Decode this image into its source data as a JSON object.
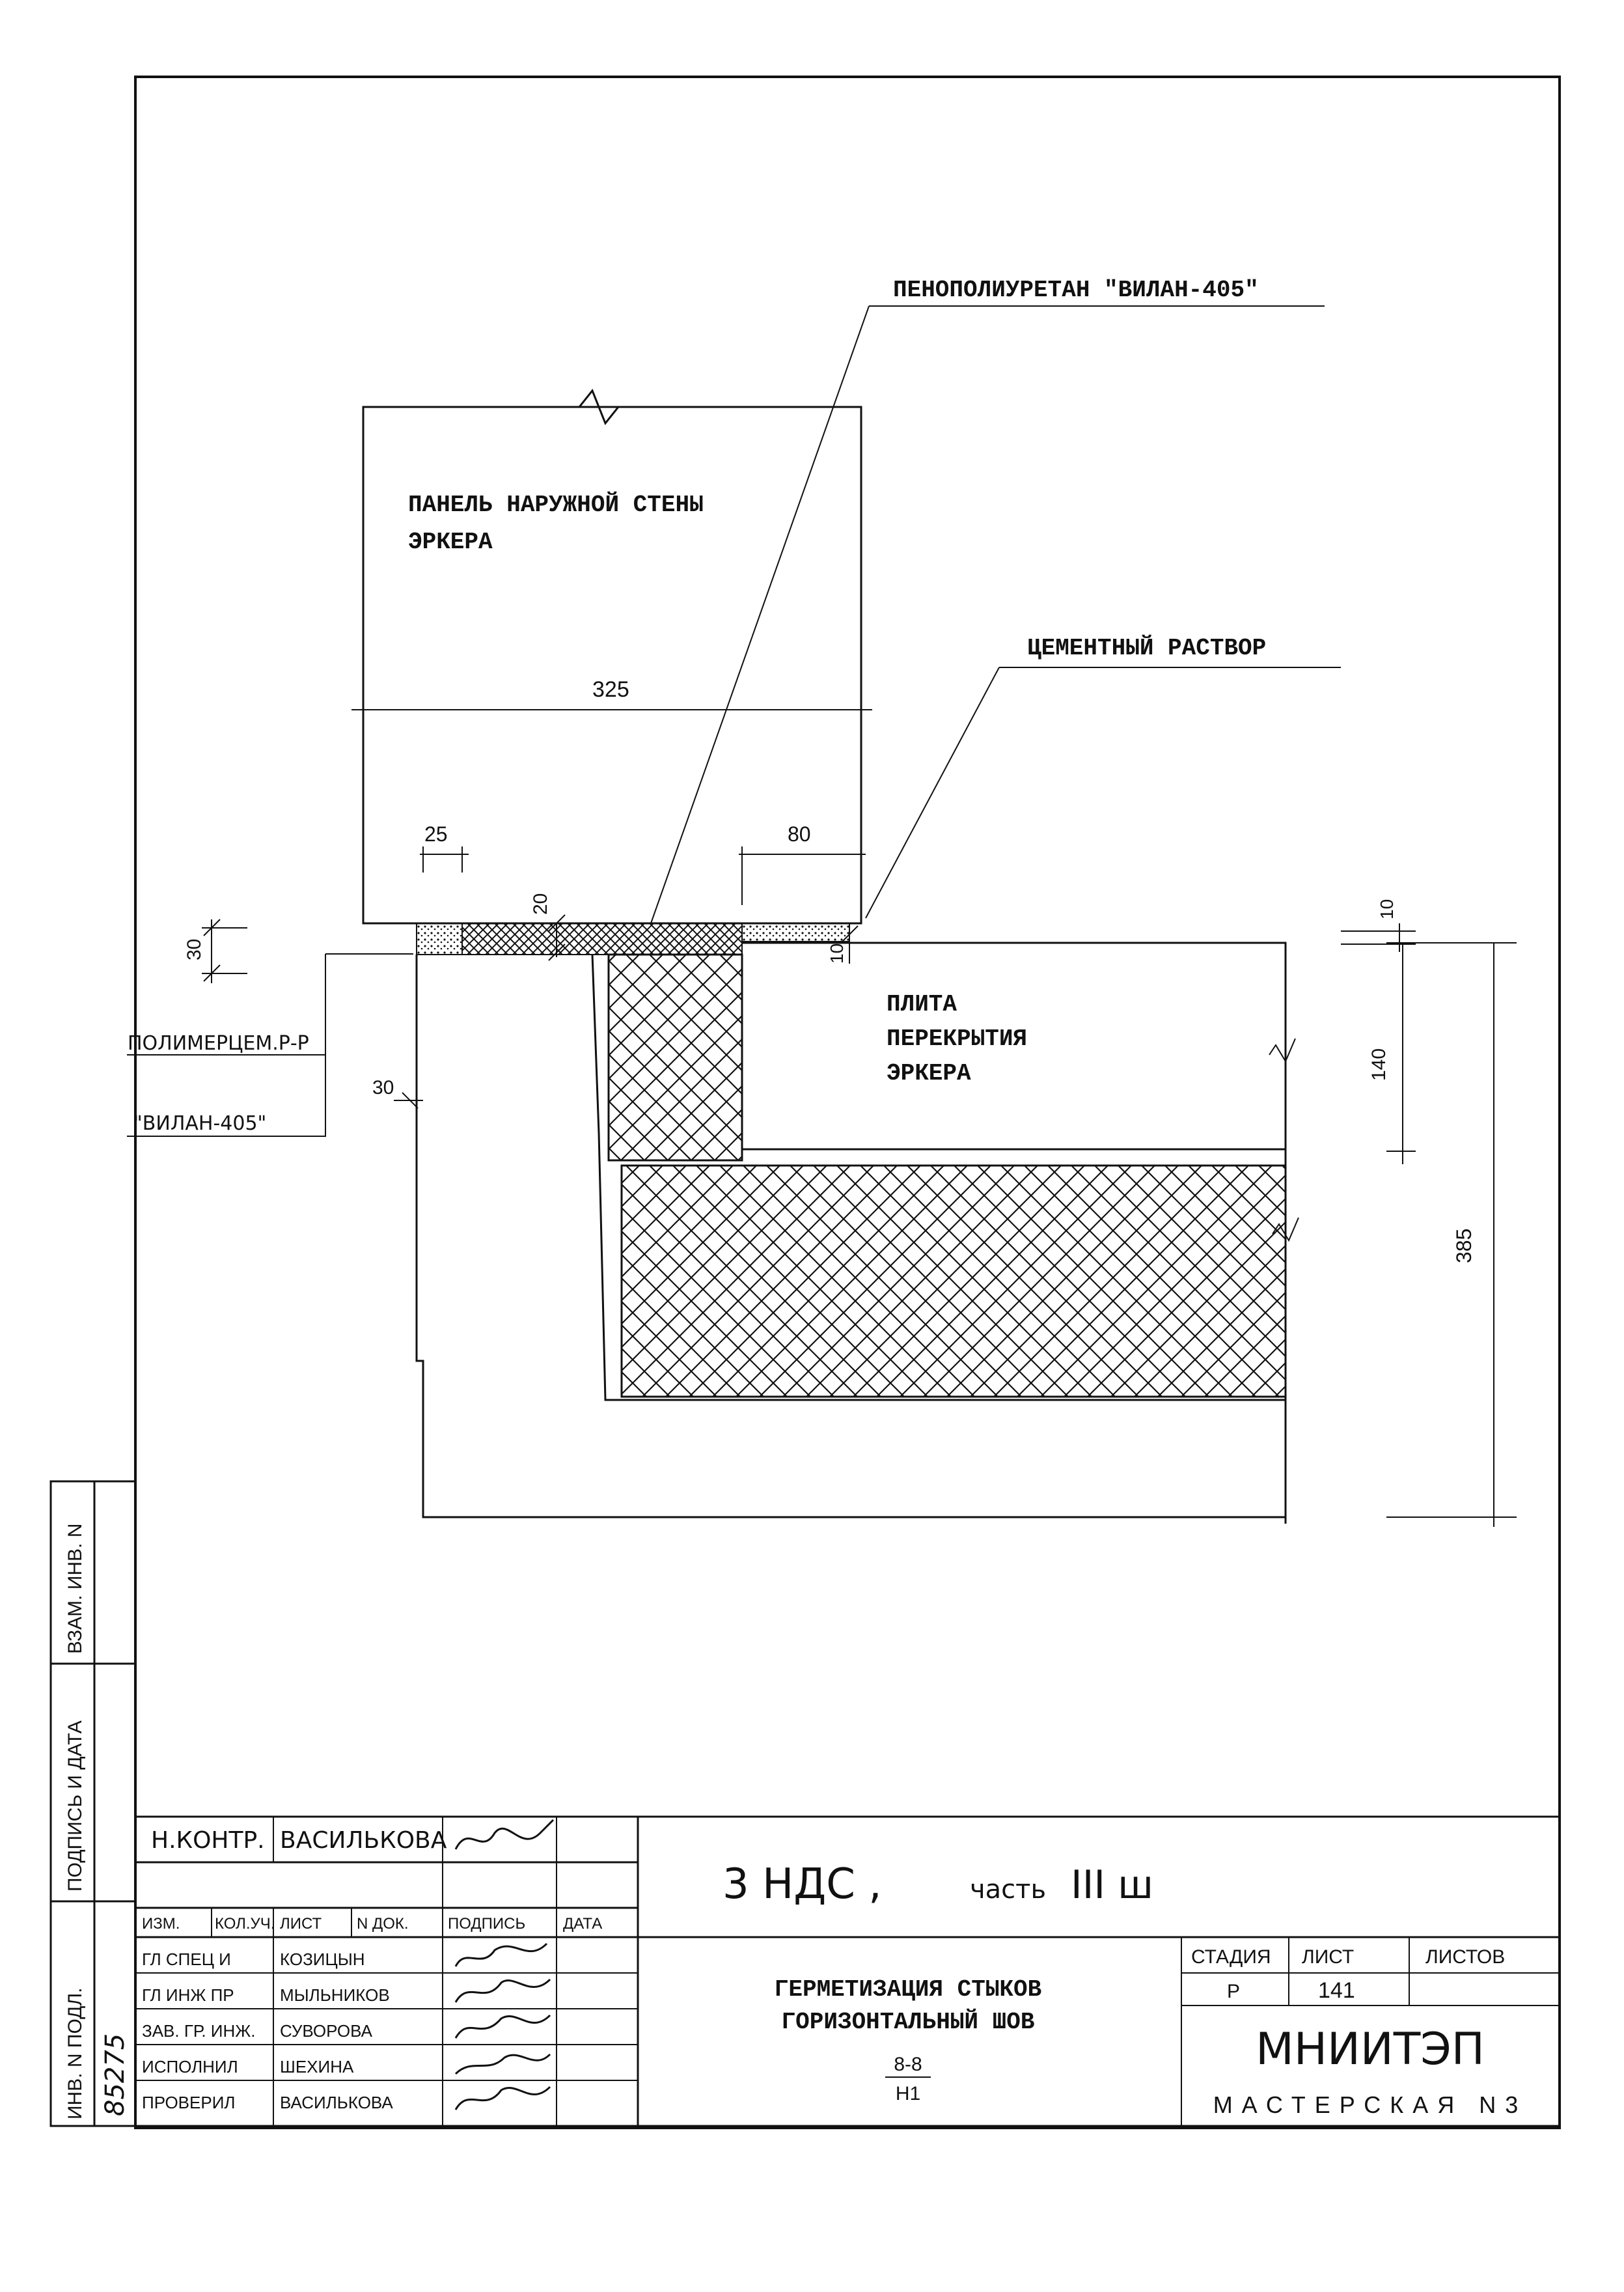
{
  "drawing": {
    "labels": {
      "foam": "ПЕНОПОЛИУРЕТАН \"ВИЛАН-405\"",
      "panel_line1": "ПАНЕЛЬ НАРУЖНОЙ СТЕНЫ",
      "panel_line2": "ЭРКЕРА",
      "mortar": "ЦЕМЕНТНЫЙ РАСТВОР",
      "slab_line1": "ПЛИТА",
      "slab_line2": "ПЕРЕКРЫТИЯ",
      "slab_line3": "ЭРКЕРА",
      "polymer": "ПОЛИМЕРЦЕМ.Р-Р",
      "vilan": "\"ВИЛАН-405\""
    },
    "dimensions": {
      "panel_width": "325",
      "d25": "25",
      "d80": "80",
      "d20": "20",
      "d10a": "10",
      "d30a": "30",
      "d30b": "30",
      "d10b": "10",
      "d140": "140",
      "d385": "385"
    }
  },
  "side_stamp": {
    "inv_podl": "ИНВ. N ПОДЛ.",
    "podpis_data": "ПОДПИСЬ И ДАТА",
    "vzam_inv": "ВЗАМ. ИНВ. N",
    "inv_number": "85275"
  },
  "title_block": {
    "norm_control_role": "Н.КОНТР.",
    "norm_control_name": "ВАСИЛЬКОВА",
    "headers": [
      "ИЗМ.",
      "КОЛ.УЧ.",
      "ЛИСТ",
      "N ДОК.",
      "ПОДПИСЬ",
      "ДАТА"
    ],
    "staff": [
      {
        "role": "ГЛ СПЕЦ И",
        "name": "КОЗИЦЫН"
      },
      {
        "role": "ГЛ ИНЖ ПР",
        "name": "МЫЛЬНИКОВ"
      },
      {
        "role": "ЗАВ. ГР. ИНЖ.",
        "name": "СУВОРОВА"
      },
      {
        "role": "ИСПОЛНИЛ",
        "name": "ШЕХИНА"
      },
      {
        "role": "ПРОВЕРИЛ",
        "name": "ВАСИЛЬКОВА"
      }
    ],
    "project_main": "3 НДС ,",
    "project_part": "часть",
    "project_part_num": "III ш",
    "sheet_title_line1": "ГЕРМЕТИЗАЦИЯ СТЫКОВ",
    "sheet_title_line2": "ГОРИЗОНТАЛЬНЫЙ ШОВ",
    "section_top": "8-8",
    "section_bottom": "H1",
    "stage_label": "СТАДИЯ",
    "sheet_label": "ЛИСТ",
    "sheets_label": "ЛИСТОВ",
    "stage_value": "Р",
    "sheet_value": "141",
    "org_name": "МНИИТЭП",
    "org_sub": "МАСТЕРСКАЯ N3"
  }
}
